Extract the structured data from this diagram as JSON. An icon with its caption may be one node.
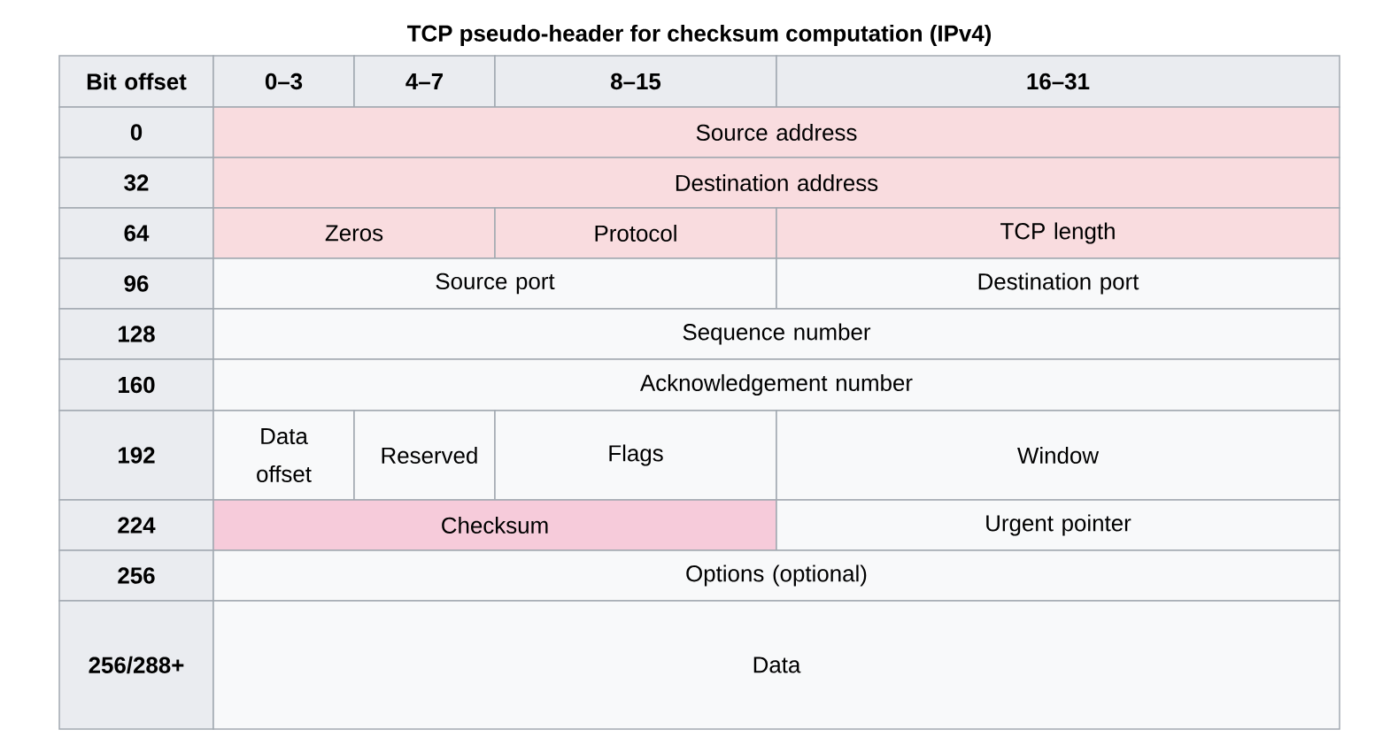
{
  "diagram": {
    "title": "TCP pseudo-header for checksum computation (IPv4)",
    "labels": [
      "Bit offset",
      "0–3",
      "4–7",
      "8–15",
      "16–31",
      "0",
      "Source address",
      "32",
      "Destination address",
      "64",
      "Zeros",
      "Protocol",
      "TCP length",
      "96",
      "Source port",
      "Destination port",
      "128",
      "Sequence number",
      "160",
      "Acknowledgement number",
      "192",
      "Data offset",
      "Reserved",
      "Flags",
      "Window",
      "224",
      "Checksum",
      "Urgent pointer",
      "256",
      "Options (optional)",
      "256/288+",
      "Data"
    ]
  }
}
